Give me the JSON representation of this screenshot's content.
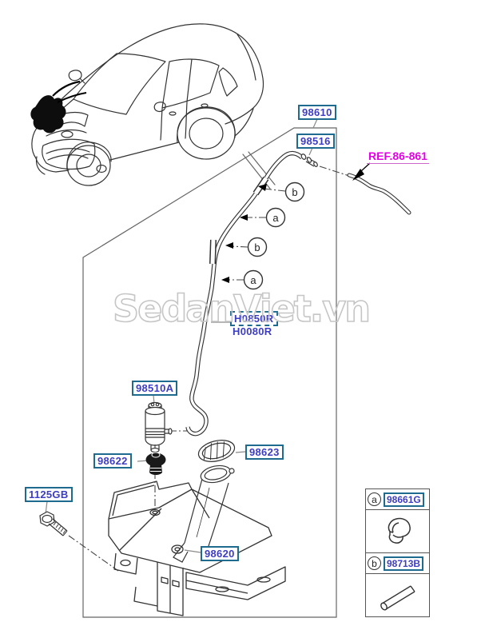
{
  "watermark": "SedanViet.vn",
  "parts": {
    "hose_assembly": "98610",
    "nozzle_connector": "98516",
    "ref_note": "REF.86-861",
    "hose_code_primary": "H0850R",
    "hose_code_secondary": "H0080R",
    "washer_pump": "98510A",
    "pump_grommet": "98622",
    "reservoir_cap": "98623",
    "mounting_bolt": "1125GB",
    "reservoir_tank": "98620"
  },
  "callouts": [
    "b",
    "a",
    "b",
    "a"
  ],
  "legend_table": {
    "rows": [
      {
        "key": "a",
        "part_no": "98661G"
      },
      {
        "key": "b",
        "part_no": "98713B"
      }
    ]
  },
  "colors": {
    "label_border": "#1e6b8f",
    "label_text": "#3d3dc2",
    "ref_text": "#e400e4",
    "line_art": "#333333",
    "leader_line": "#8a8a8a",
    "watermark": "#c6c6c6"
  }
}
